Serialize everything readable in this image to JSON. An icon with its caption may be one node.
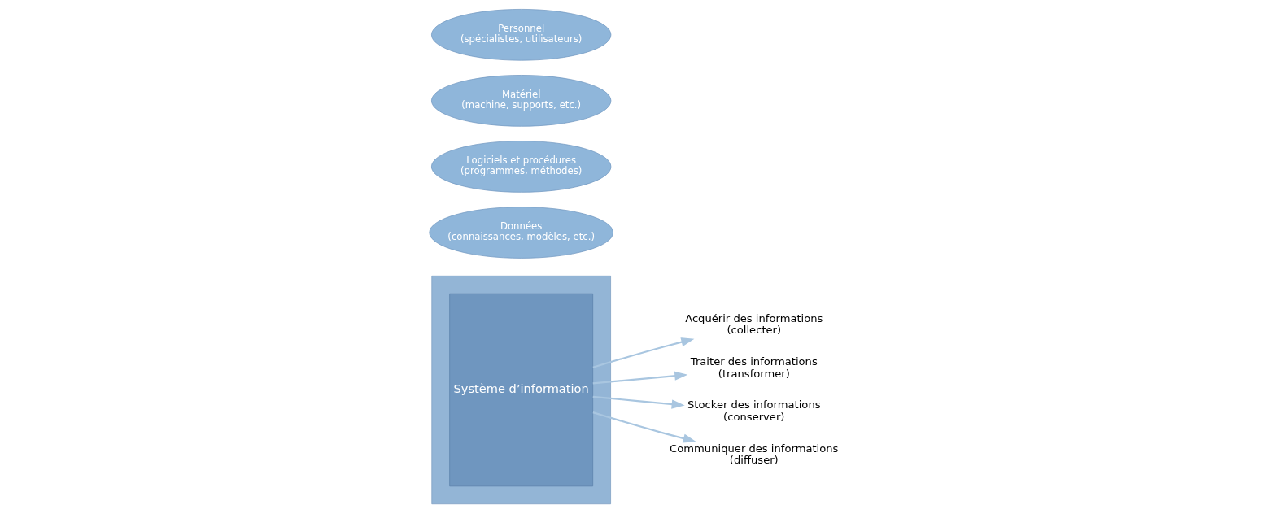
{
  "diagram": {
    "nodes": [
      {
        "text": [],
        "shape": "box"
      },
      {
        "text": [
          "Personnel",
          "(spécialistes, utilisateurs)"
        ]
      },
      {
        "text": [
          "Matériel",
          "(machine, supports, etc.)"
        ]
      },
      {
        "text": [
          "Logiciels et procédures",
          "(programmes, méthodes)"
        ]
      },
      {
        "text": [
          "Données",
          "(connaissances, modèles, etc.)"
        ]
      },
      {
        "text": [
          "Système d’information"
        ],
        "in": 0
      },
      {
        "text": [
          "Acquérir des informations",
          "(collecter)"
        ]
      },
      {
        "text": [
          "Traiter des informations",
          "(transformer)"
        ]
      },
      {
        "text": [
          "Stocker des informations",
          "(conserver)"
        ]
      },
      {
        "text": [
          "Communiquer des informations",
          "(diffuser)"
        ]
      }
    ],
    "edges": [
      {
        "from": 5,
        "to": 6,
        "arrow": "to"
      },
      {
        "from": 5,
        "to": 7,
        "arrow": "to"
      },
      {
        "from": 5,
        "to": 8,
        "arrow": "to"
      },
      {
        "from": 5,
        "to": 9,
        "arrow": "to"
      }
    ]
  }
}
